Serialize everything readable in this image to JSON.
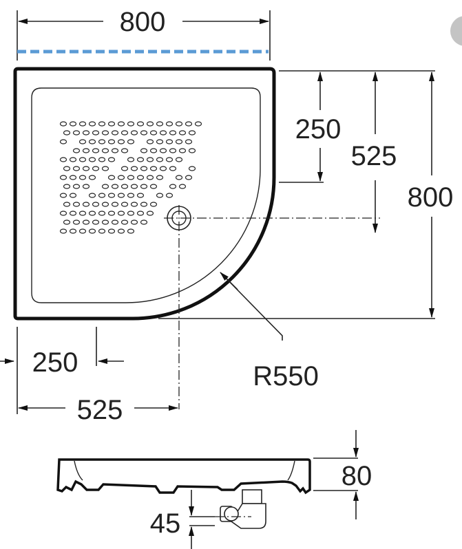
{
  "drawing": {
    "top_width": "800",
    "right_height": "800",
    "drain_offset_top": "525",
    "flat_top": "250",
    "flat_left": "250",
    "drain_offset_left": "525",
    "radius": "R550",
    "tray_height": "80",
    "outlet_height": "45"
  },
  "colors": {
    "dashed_guide": "#5b9bd5",
    "overlay_circle": "#c4c4c4",
    "line": "#222222"
  }
}
